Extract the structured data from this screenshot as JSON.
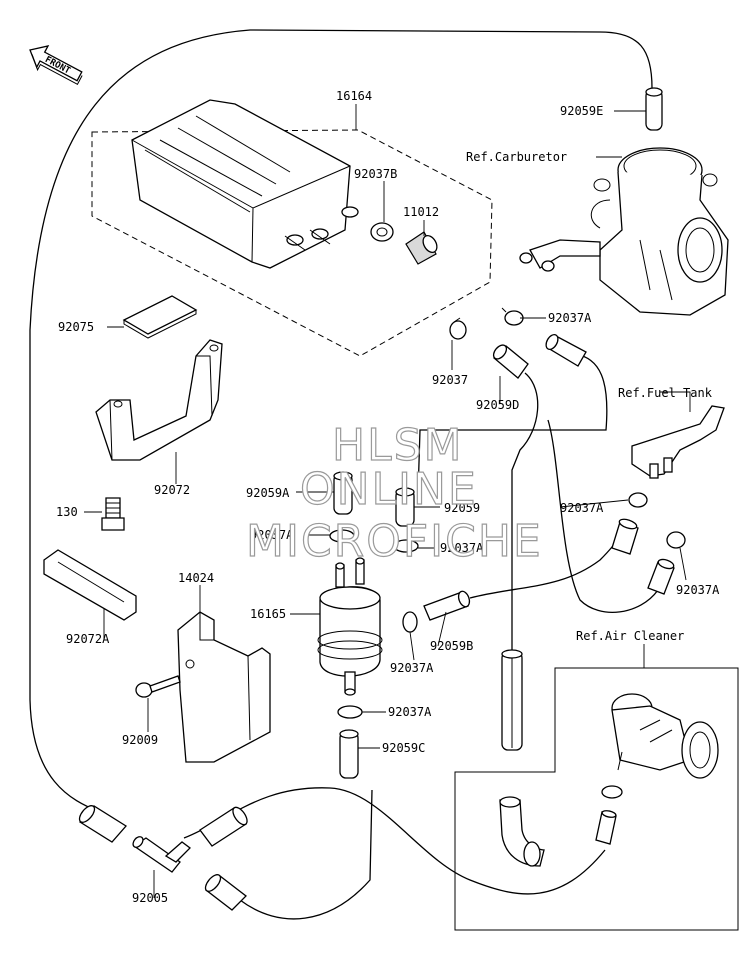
{
  "labels": {
    "front": "FRONT",
    "p16164": "16164",
    "p92059E": "92059E",
    "ref_carburetor": "Ref.Carburetor",
    "p92037B": "92037B",
    "p11012": "11012",
    "p92037A_1": "92037A",
    "p92075": "92075",
    "p92037": "92037",
    "p92059D": "92059D",
    "ref_fuel_tank": "Ref.Fuel Tank",
    "p92072": "92072",
    "p92059A": "92059A",
    "p92059": "92059",
    "p130": "130",
    "p92037A_2": "92037A",
    "p92037A_3": "92037A",
    "p92037A_4": "92037A",
    "p92037A_5": "92037A",
    "p14024": "14024",
    "p16165": "16165",
    "p92059B": "92059B",
    "p92072A": "92072A",
    "ref_air_cleaner": "Ref.Air Cleaner",
    "p92037A_6": "92037A",
    "p92037A_7": "92037A",
    "p92009": "92009",
    "p92059C": "92059C",
    "p92005": "92005"
  },
  "watermark": {
    "line1": "HLSM",
    "line2": "ONLINE",
    "line3": "MICROFICHE"
  }
}
